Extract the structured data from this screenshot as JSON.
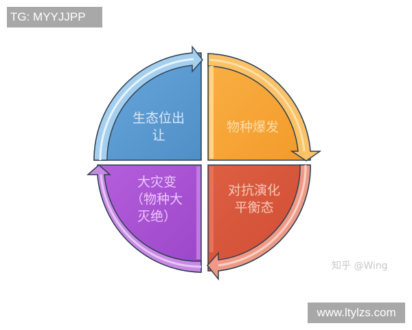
{
  "header": {
    "tag": "TG: MYYJJPP"
  },
  "diagram": {
    "type": "cycle",
    "quadrants": [
      {
        "id": "top-left",
        "label_line1": "生态位出",
        "label_line2": "让",
        "fill": "#5b9bd5",
        "text_color": "#dbe9f6"
      },
      {
        "id": "top-right",
        "label_line1": "物种爆发",
        "label_line2": "",
        "fill": "#f7a738",
        "text_color": "#fbdca8"
      },
      {
        "id": "bottom-right",
        "label_line1": "对抗演化",
        "label_line2": "平衡态",
        "fill": "#d9563b",
        "text_color": "#f5c7b9"
      },
      {
        "id": "bottom-left",
        "label_line1": "大灾变",
        "label_line2": "（物种大",
        "label_line3": "灭绝）",
        "fill": "#a64fd1",
        "text_color": "#ecc8f7"
      }
    ]
  },
  "watermark": {
    "text": "知乎 @Wing"
  },
  "footer": {
    "url": "www.ltylzs.com"
  }
}
